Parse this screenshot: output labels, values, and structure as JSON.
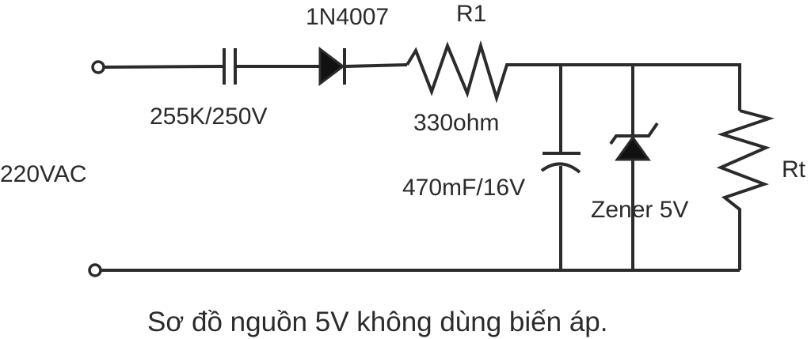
{
  "diagram": {
    "type": "circuit-schematic",
    "caption": "Sơ đồ nguồn 5V không dùng biến áp.",
    "input": {
      "label": "220VAC",
      "terminals": [
        "input-terminal-top",
        "input-terminal-bottom"
      ]
    },
    "components": [
      {
        "id": "C1",
        "kind": "capacitor",
        "value_label": "255K/250V"
      },
      {
        "id": "D1",
        "kind": "diode",
        "name_label": "1N4007"
      },
      {
        "id": "R1",
        "kind": "resistor",
        "name_label": "R1",
        "value_label": "330ohm"
      },
      {
        "id": "C2",
        "kind": "electrolytic-capacitor",
        "value_label": "470mF/16V"
      },
      {
        "id": "DZ",
        "kind": "zener-diode",
        "value_label": "Zener 5V"
      },
      {
        "id": "Rt",
        "kind": "resistor",
        "name_label": "Rt"
      }
    ],
    "colors": {
      "line": "#2b2b2b",
      "background": "#ffffff"
    }
  }
}
